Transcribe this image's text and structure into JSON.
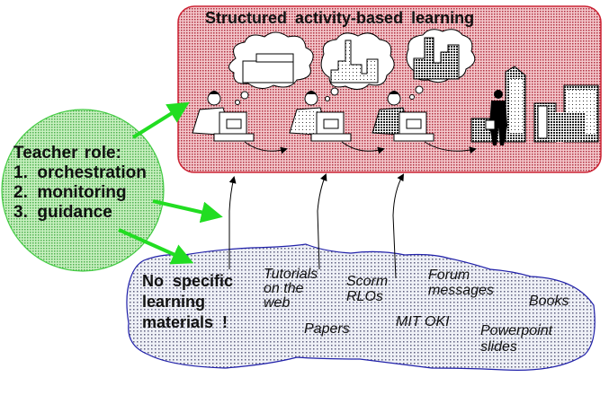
{
  "title": "Structured activity-based learning",
  "teacher": {
    "heading": "Teacher role:",
    "items": [
      "1.  orchestration",
      "2.  monitoring",
      "3.  guidance"
    ]
  },
  "materials": {
    "heading_lines": [
      "No  specific",
      "learning",
      "materials  !"
    ],
    "items": [
      {
        "lines": [
          "Tutorials",
          "on the",
          "web"
        ]
      },
      {
        "lines": [
          "Papers"
        ]
      },
      {
        "lines": [
          "Scorm",
          "RLOs"
        ]
      },
      {
        "lines": [
          "MIT OKI"
        ]
      },
      {
        "lines": [
          "Forum",
          "messages"
        ]
      },
      {
        "lines": [
          "Books"
        ]
      },
      {
        "lines": [
          "Powerpoint",
          "slides"
        ]
      }
    ]
  },
  "colors": {
    "activity_box_fill": "#e8a0a8",
    "activity_box_border": "#cc2233",
    "teacher_fill": "#a8e8a0",
    "teacher_border": "#44cc44",
    "arrow_green": "#22dd22",
    "materials_fill": "#d8d8e8",
    "materials_border": "#2222aa"
  }
}
